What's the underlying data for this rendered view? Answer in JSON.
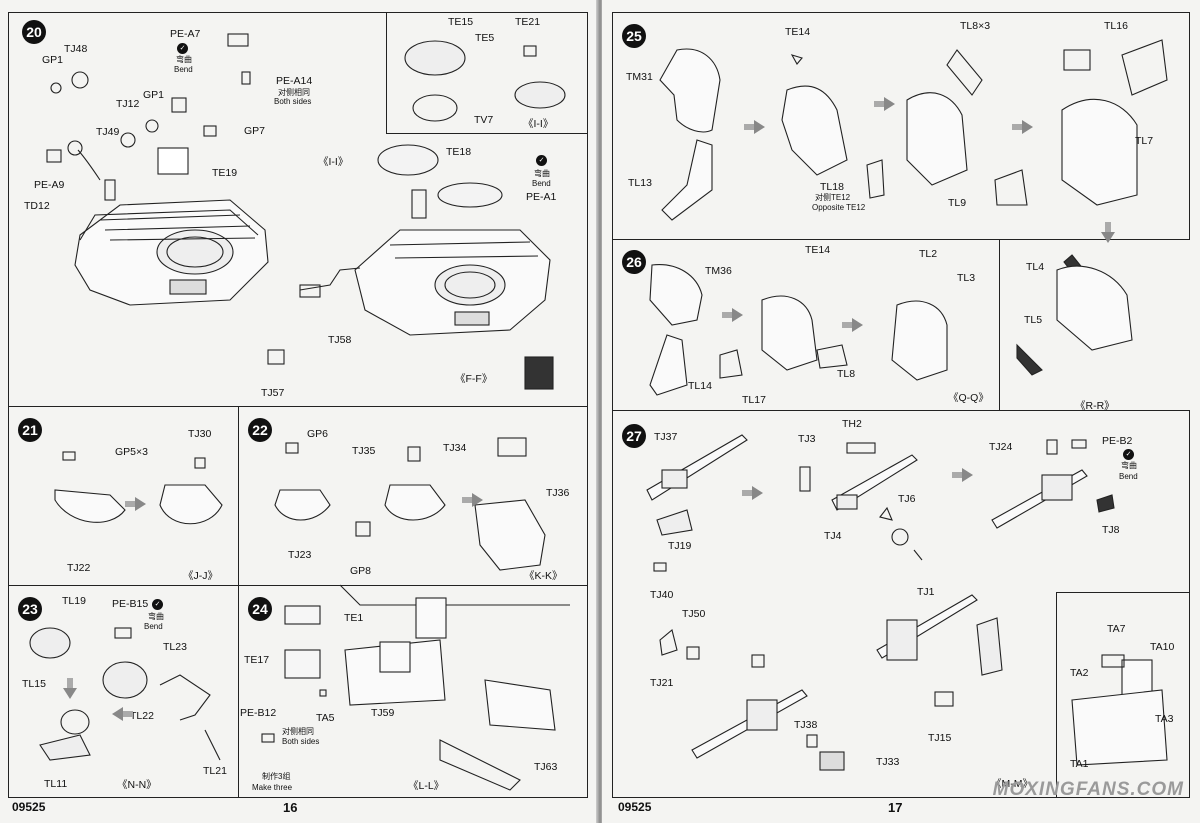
{
  "left_page": {
    "code": "09525",
    "page_number": "16",
    "steps": [
      {
        "id": "20",
        "labels": [
          "TJ48",
          "GP1",
          "PE-A7",
          "弯曲",
          "Bend",
          "PE-A14",
          "对侧相同",
          "Both sides",
          "GP1",
          "TJ12",
          "TJ49",
          "GP7",
          "TE19",
          "PE-A9",
          "TD12",
          "TE15",
          "TE5",
          "TE21",
          "TV7",
          "《I-I》",
          "《I-I》",
          "TE18",
          "弯曲",
          "Bend",
          "PE-A1",
          "TJ58",
          "TJ57",
          "《F-F》"
        ]
      },
      {
        "id": "21",
        "labels": [
          "GP5×3",
          "TJ30",
          "TJ22",
          "《J-J》"
        ]
      },
      {
        "id": "22",
        "labels": [
          "GP6",
          "TJ35",
          "TJ34",
          "TJ36",
          "TJ23",
          "GP8",
          "《K-K》"
        ]
      },
      {
        "id": "23",
        "labels": [
          "TL19",
          "PE-B15",
          "弯曲",
          "Bend",
          "TL23",
          "TL15",
          "TL22",
          "TL11",
          "TL21",
          "《N-N》"
        ]
      },
      {
        "id": "24",
        "labels": [
          "TE1",
          "TE17",
          "PE-B12",
          "TA5",
          "对侧相同",
          "Both sides",
          "制作3组",
          "Make three",
          "TJ59",
          "TJ63",
          "《L-L》"
        ]
      }
    ]
  },
  "right_page": {
    "code": "09525",
    "page_number": "17",
    "steps": [
      {
        "id": "25",
        "labels": [
          "TM31",
          "TL13",
          "TE14",
          "TL18",
          "对侧TE12",
          "Opposite TE12",
          "TL8×3",
          "TL9",
          "TL16",
          "TL7"
        ]
      },
      {
        "id": "26",
        "labels": [
          "TM36",
          "TL14",
          "TE14",
          "TL17",
          "TL8",
          "TL2",
          "TL3",
          "《Q-Q》",
          "TL4",
          "TL5",
          "《R-R》"
        ]
      },
      {
        "id": "27",
        "labels": [
          "TJ37",
          "TJ19",
          "TJ40",
          "TJ3",
          "TH2",
          "TJ4",
          "TJ6",
          "TJ1",
          "TJ24",
          "PE-B2",
          "弯曲",
          "Bend",
          "TJ8",
          "TJ50",
          "TJ21",
          "TJ38",
          "TJ33",
          "TJ15",
          "《M-M》",
          "TA7",
          "TA10",
          "TA2",
          "TA3",
          "TA1"
        ]
      }
    ]
  },
  "watermark": "MOXINGFANS.COM"
}
